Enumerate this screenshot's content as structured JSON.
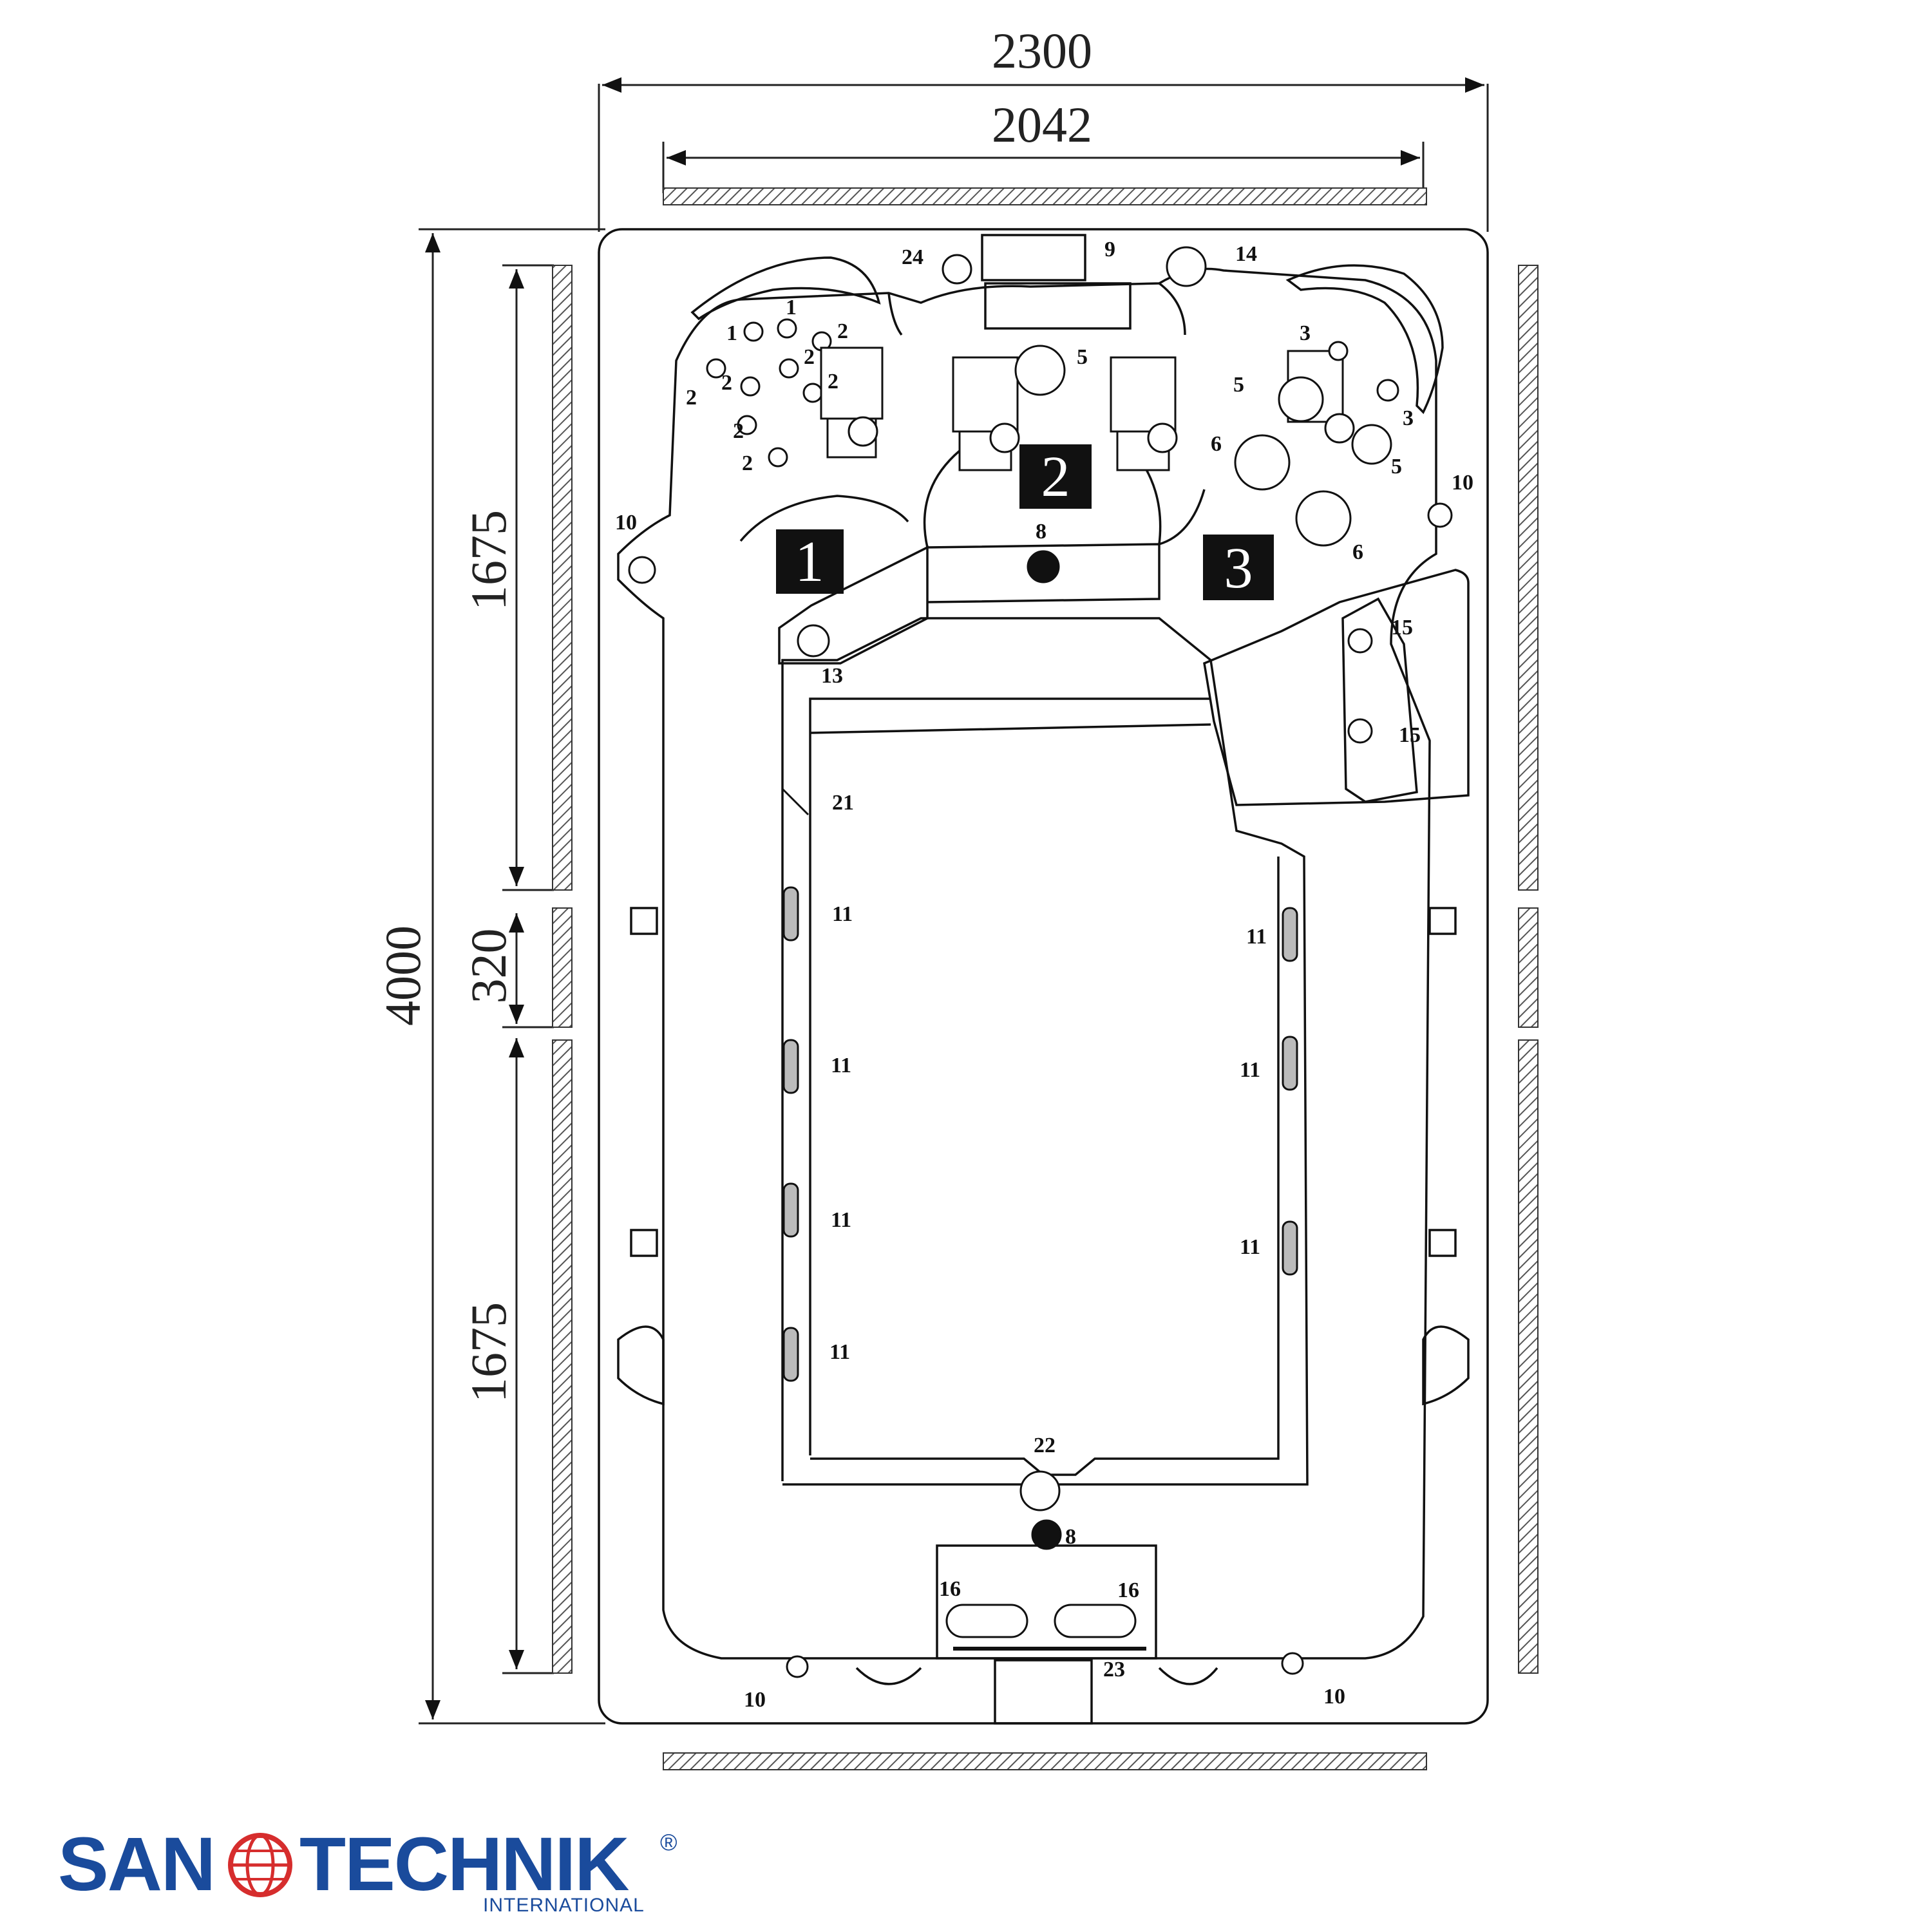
{
  "dimensions": {
    "total_width": "2300",
    "inner_width": "2042",
    "total_length": "4000",
    "section_a": "1675",
    "section_gap": "320",
    "section_b": "1675"
  },
  "zones": [
    "1",
    "2",
    "3"
  ],
  "callouts": {
    "n1": "1",
    "n2": "2",
    "n3": "3",
    "n5": "5",
    "n6": "6",
    "n8": "8",
    "n9": "9",
    "n10": "10",
    "n11": "11",
    "n13": "13",
    "n14": "14",
    "n15": "15",
    "n16": "16",
    "n21": "21",
    "n22": "22",
    "n23": "23",
    "n24": "24"
  },
  "brand": {
    "name_left": "SAN",
    "name_right": "TECHNIK",
    "registered": "®",
    "subtitle": "INTERNATIONAL",
    "color_blue": "#1a4b9c",
    "color_red": "#d62d2d"
  }
}
